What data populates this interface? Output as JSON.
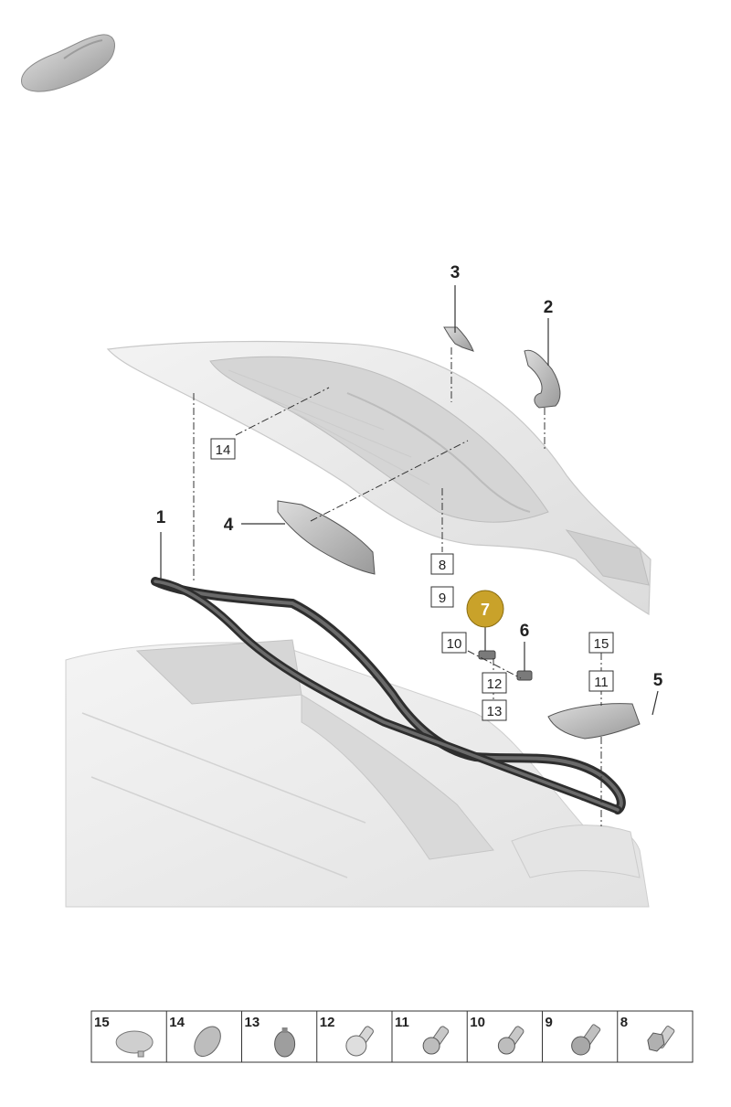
{
  "highlight_color": "#c9a22a",
  "callouts": [
    "1",
    "2",
    "3",
    "4",
    "5",
    "6",
    "7"
  ],
  "box_labels": [
    "14",
    "8",
    "9",
    "10",
    "12",
    "13",
    "15",
    "11"
  ],
  "legend": {
    "cells": [
      {
        "number": "15",
        "icon": "cap-icon"
      },
      {
        "number": "14",
        "icon": "plug-icon"
      },
      {
        "number": "13",
        "icon": "plug-small-icon"
      },
      {
        "number": "12",
        "icon": "screw-collar-icon"
      },
      {
        "number": "11",
        "icon": "screw-icon"
      },
      {
        "number": "10",
        "icon": "screw-icon"
      },
      {
        "number": "9",
        "icon": "nut-stud-icon"
      },
      {
        "number": "8",
        "icon": "nut-screw-icon"
      }
    ]
  }
}
